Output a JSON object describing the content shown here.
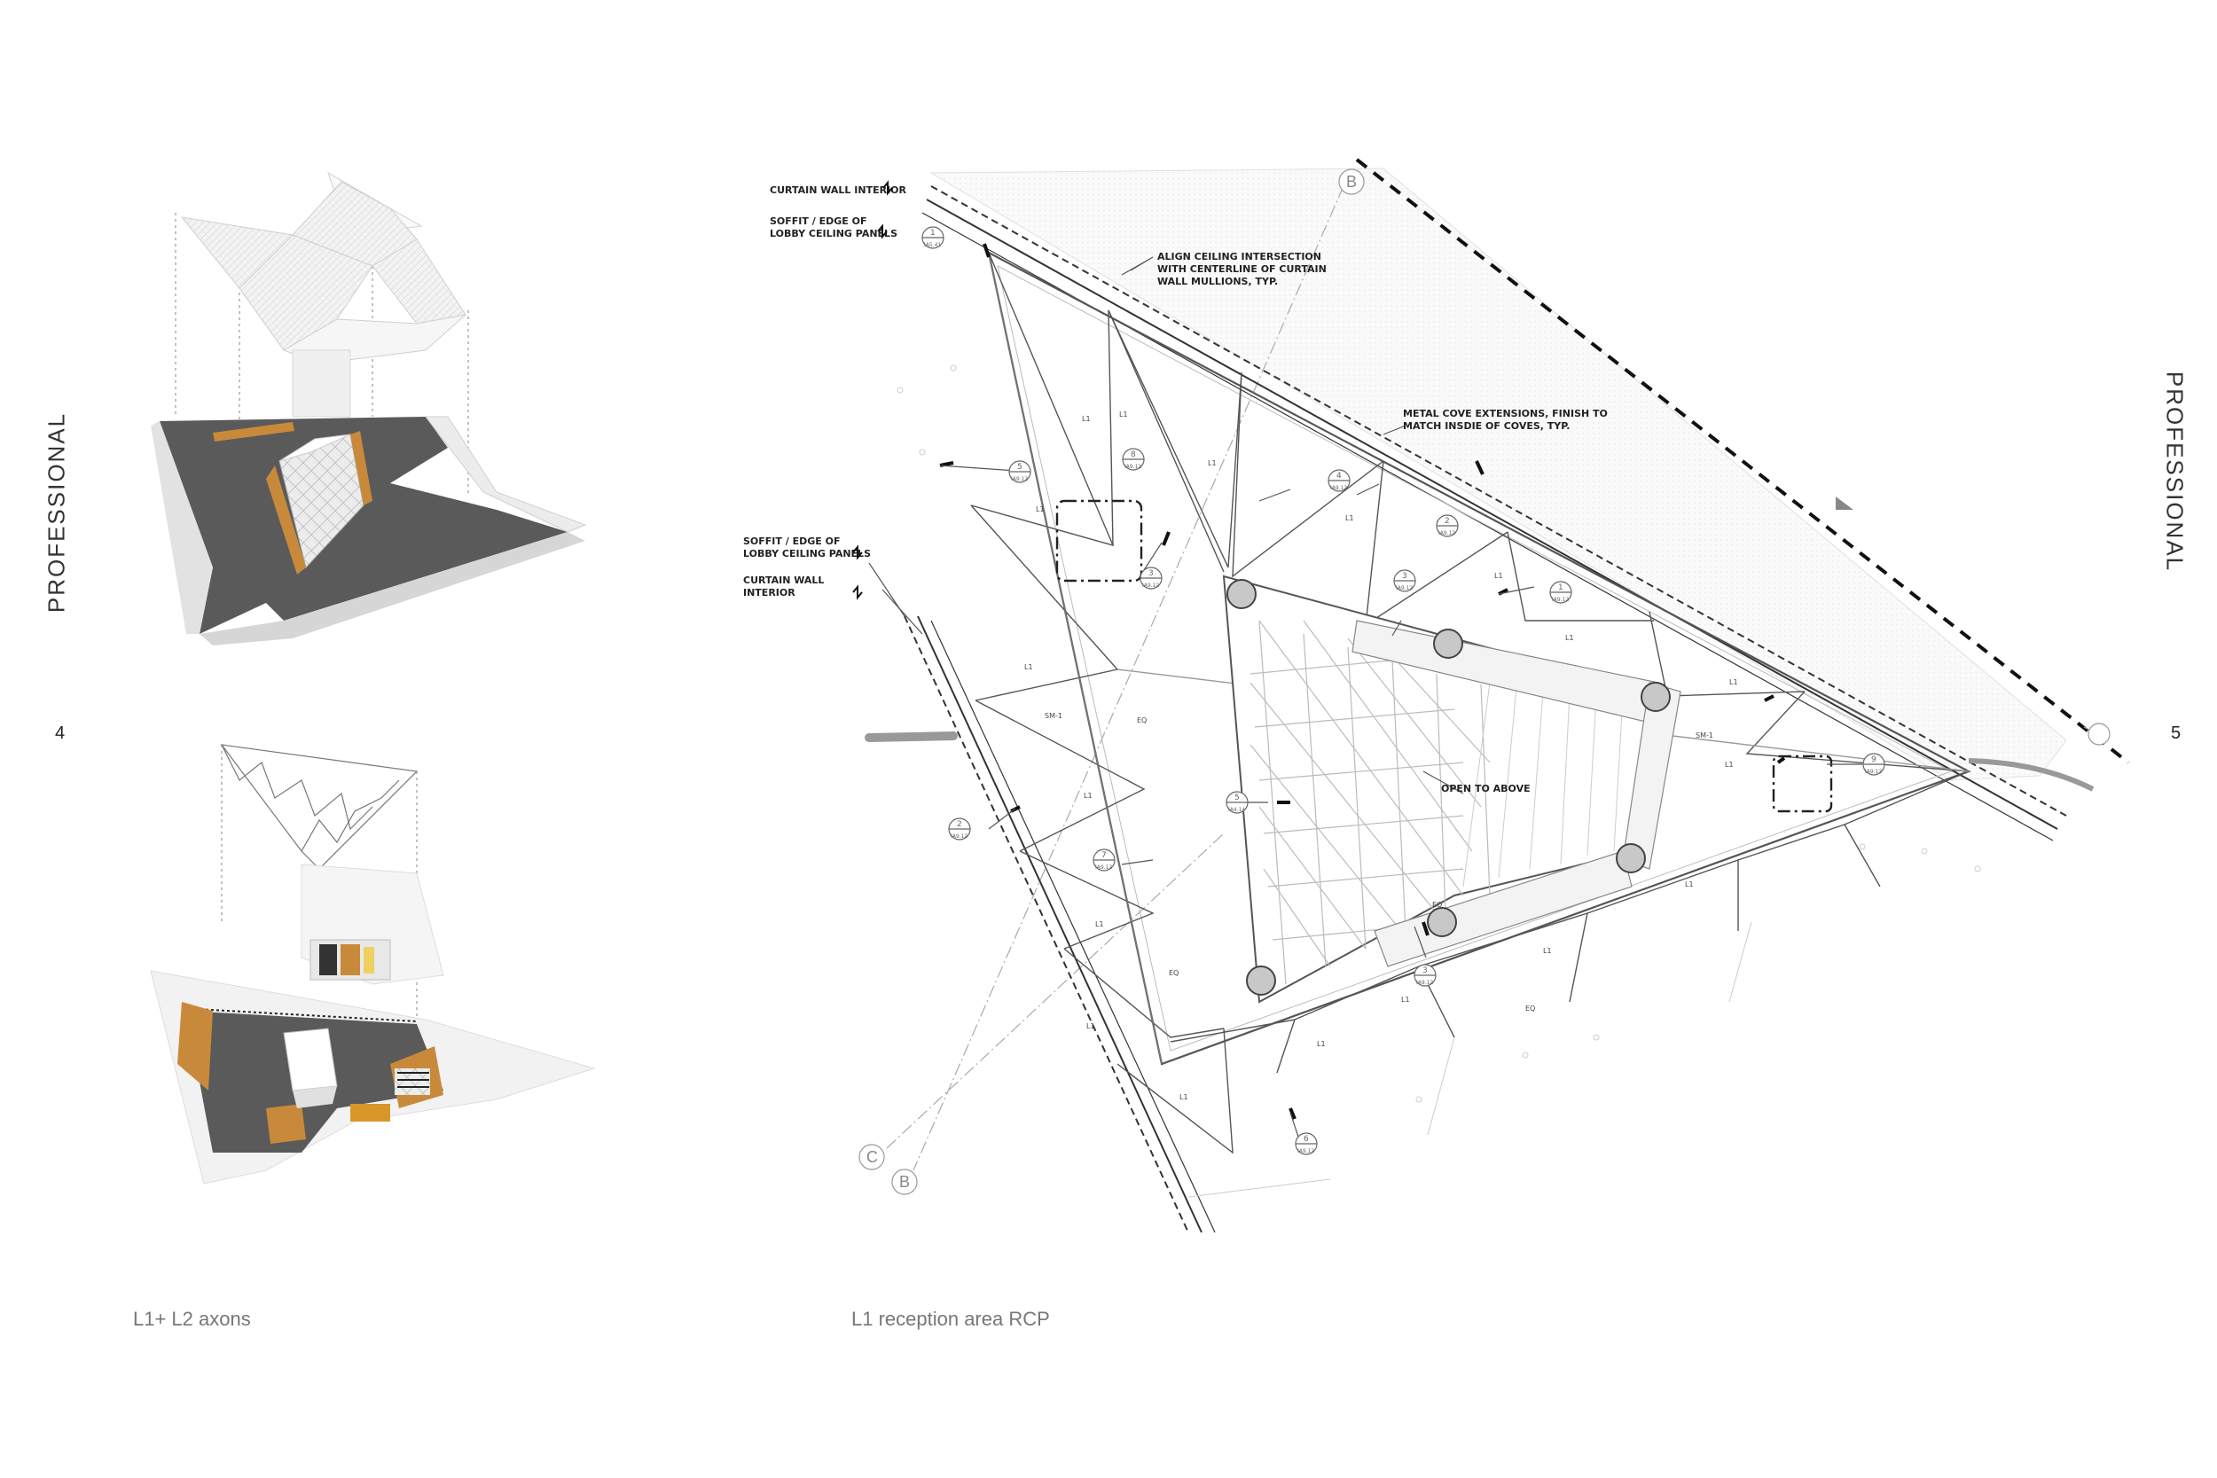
{
  "spread": {
    "left_side_label": "PROFESSIONAL",
    "right_side_label": "PROFESSIONAL",
    "left_page_number": "4",
    "right_page_number": "5",
    "left_caption": "L1+ L2 axons",
    "right_caption": "L1 reception area RCP"
  },
  "plan": {
    "notes": {
      "curtain_wall_top": "CURTAIN WALL INTERIOR",
      "soffit_top_1": "SOFFIT / EDGE OF",
      "soffit_top_2": "LOBBY CEILING PANELS",
      "align_1": "ALIGN CEILING INTERSECTION",
      "align_2": "WITH CENTERLINE OF CURTAIN",
      "align_3": "WALL MULLIONS, TYP.",
      "cove_1": "METAL COVE EXTENSIONS, FINISH TO",
      "cove_2": "MATCH INSDIE OF COVES, TYP.",
      "soffit_left_1": "SOFFIT / EDGE OF",
      "soffit_left_2": "LOBBY CEILING PANELS",
      "curtain_left_1": "CURTAIN WALL",
      "curtain_left_2": "INTERIOR",
      "open_above": "OPEN TO ABOVE"
    },
    "grid_labels": {
      "b_top": "B",
      "b_bottom": "B",
      "c_bottom": "C"
    },
    "panel_tags": {
      "l1": "L1",
      "eq": "EQ",
      "sm1": "SM-1"
    },
    "callouts": [
      {
        "num": "1",
        "ref": "IA5.41"
      },
      {
        "num": "5",
        "ref": "IA9.12"
      },
      {
        "num": "8",
        "ref": "IA9.12"
      },
      {
        "num": "3",
        "ref": "IA9.12"
      },
      {
        "num": "4",
        "ref": "IA9.12"
      },
      {
        "num": "2",
        "ref": "IA9.12"
      },
      {
        "num": "3",
        "ref": "IA9.12"
      },
      {
        "num": "1",
        "ref": "IA9.12"
      },
      {
        "num": "5",
        "ref": "IA4.14"
      },
      {
        "num": "2",
        "ref": "IA9.12"
      },
      {
        "num": "7",
        "ref": "IA9.12"
      },
      {
        "num": "3",
        "ref": "IA9.12"
      },
      {
        "num": "6",
        "ref": "IA9.12"
      },
      {
        "num": "9",
        "ref": "IA9.12"
      }
    ]
  },
  "colors": {
    "wood": "#c88a3a",
    "floor": "#555555",
    "line": "#555555",
    "light_line": "#bbbbbb",
    "column": "#c8c8c8"
  }
}
